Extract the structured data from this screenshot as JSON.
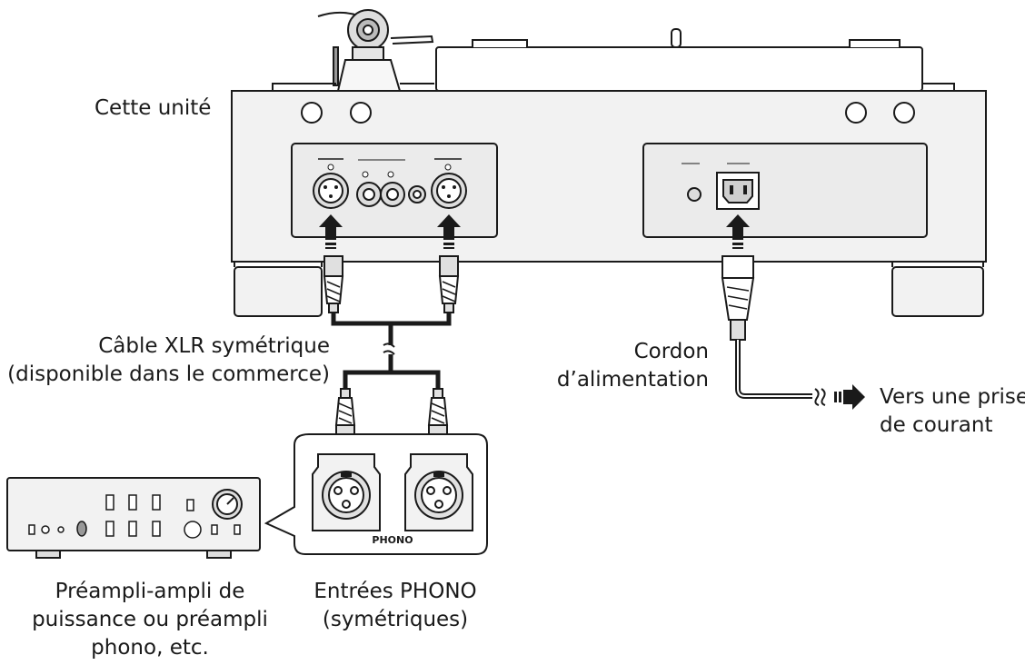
{
  "labels": {
    "unit": "Cette unité",
    "xlr_cable": "Câble XLR symétrique",
    "xlr_cable_note": "(disponible dans le commerce)",
    "power_cord_l1": "Cordon",
    "power_cord_l2": "d’alimentation",
    "outlet_l1": "Vers une prise",
    "outlet_l2": "de courant",
    "amp_l1": "Préampli-ampli de",
    "amp_l2": "puissance ou préampli",
    "amp_l3": "phono, etc.",
    "inputs_l1": "Entrées PHONO",
    "inputs_l2": "(symétriques)",
    "phono_panel": "PHONO"
  },
  "colors": {
    "line": "#1a1a1a",
    "body_fill": "#f2f2f2",
    "panel_fill": "#ebebeb",
    "plug_fill": "#e0e0e0"
  }
}
